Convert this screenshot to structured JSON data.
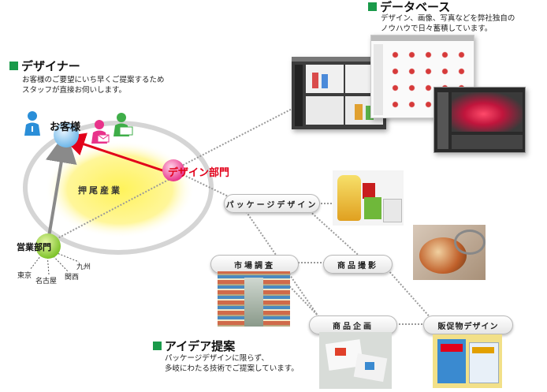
{
  "colors": {
    "accent_green": "#1a9a4a",
    "accent_red": "#e2001a",
    "accent_pink": "#e8338a",
    "oval_yellow": "#fff35a",
    "node_blue": "#4aa3df"
  },
  "database": {
    "title": "データベース",
    "desc_line1": "デザイン、画像、写真などを弊社独自の",
    "desc_line2": "ノウハウで日々蓄積しています。"
  },
  "designer": {
    "title": "デザイナー",
    "desc_line1": "お客様のご要望にいち早くご提案するため",
    "desc_line2": "スタッフが直接お伺いします。"
  },
  "idea": {
    "title": "アイデア提案",
    "desc_line1": "パッケージデザインに限らず、",
    "desc_line2": "多岐にわたる技術でご提案しています。"
  },
  "diagram": {
    "customer": "お客様",
    "design_dept": "デザイン部門",
    "company": "押尾産業",
    "sales_dept": "営業部門",
    "branches": [
      "東京",
      "名古屋",
      "関西",
      "九州"
    ]
  },
  "services": {
    "package_design": "パッケージデザイン",
    "market_research": "市場調査",
    "product_photo": "商品撮影",
    "product_planning": "商品企画",
    "promo_design": "販促物デザイン"
  }
}
